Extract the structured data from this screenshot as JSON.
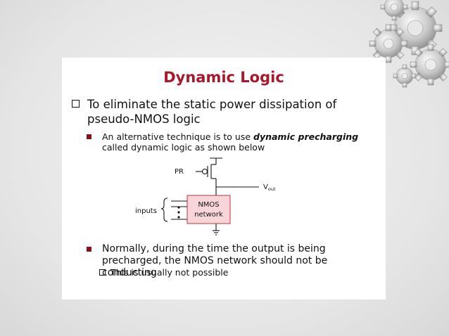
{
  "slide": {
    "title": "Dynamic Logic",
    "point1": "To eliminate the static power dissipation of pseudo-NMOS logic",
    "sub1_pre": "An alternative technique is to use ",
    "sub1_em": "dynamic precharging",
    "sub1_post": " called dynamic logic as shown below",
    "sub2": "Normally, during the time the output is being precharged, the NMOS network should not be conducting",
    "sub2_1": "This is usually not possible"
  },
  "diagram": {
    "pr_label": "PR",
    "vout_label": "V",
    "vout_sub": "out",
    "block_line1": "NMOS",
    "block_line2": "network",
    "inputs_label": "inputs"
  },
  "colors": {
    "title": "#a8182a",
    "bullet": "#8a1020",
    "nmos_fill": "#f7d5d8",
    "nmos_border": "#c4303f"
  }
}
